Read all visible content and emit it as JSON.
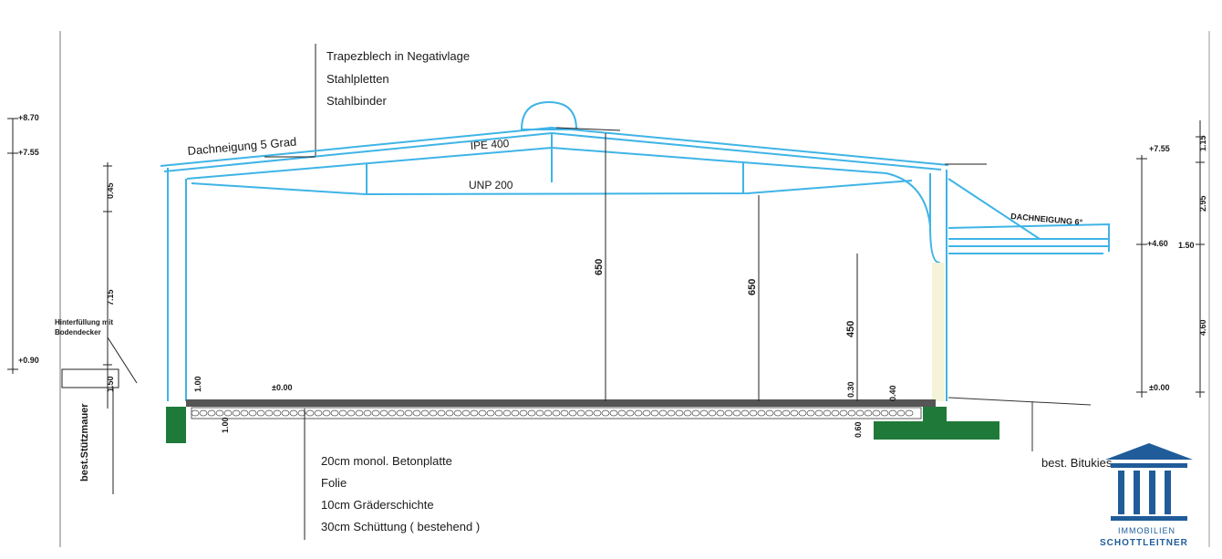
{
  "notes": {
    "roof": [
      "Trapezblech in Negativlage",
      "Stahlpletten",
      "Stahlbinder"
    ],
    "floor": [
      "20cm monol. Betonplatte",
      "Folie",
      "10cm Gräderschichte",
      "30cm Schüttung  ( bestehend )"
    ]
  },
  "labels": {
    "roof_pitch": "Dachneigung 5 Grad",
    "ipe": "IPE 400",
    "unp": "UNP 200",
    "canopy_pitch": "DACHNEIGUNG 6°",
    "retaining_wall": "best.Stützmauer",
    "backfill_1": "Hinterfüllung mit",
    "backfill_2": "Bodendecker",
    "bitumen": "best. Bitukies"
  },
  "dimensions": {
    "left_top": "+8.70",
    "left_eave": "+7.55",
    "left_low": "+0.90",
    "left_seg1": "0.45",
    "left_seg2": "7.15",
    "left_seg3": "1.50",
    "floor_level": "±0.00",
    "floor_a": "1.00",
    "floor_b": "1.00",
    "h1": "650",
    "h2": "650",
    "h3": "450",
    "right_eave": "+7.55",
    "right_canopy": "+4.60",
    "right_floor": "±0.00",
    "right_seg1": "1.15",
    "right_seg2": "2.95",
    "right_seg3": "4.60",
    "right_canopy_h": "1.50",
    "right_a": "0.30",
    "right_b": "0.40",
    "right_c": "0.60"
  },
  "logo": {
    "line1": "IMMOBILIEN",
    "line2": "SCHOTTLEITNER"
  },
  "colors": {
    "steel": "#3fb4e6",
    "foundation": "#1f7a3a",
    "logo": "#1f5c99"
  }
}
